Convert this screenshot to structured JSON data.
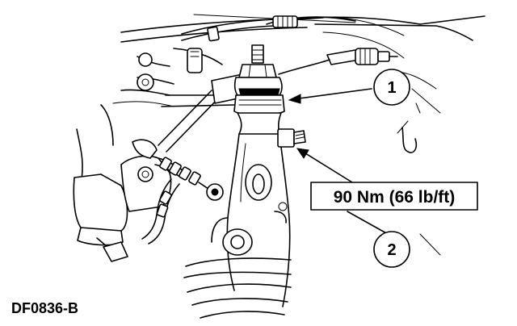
{
  "callouts": [
    {
      "number": "1"
    },
    {
      "number": "2"
    }
  ],
  "torque_spec": "90 Nm (66 lb/ft)",
  "figure_id": "DF0836-B"
}
